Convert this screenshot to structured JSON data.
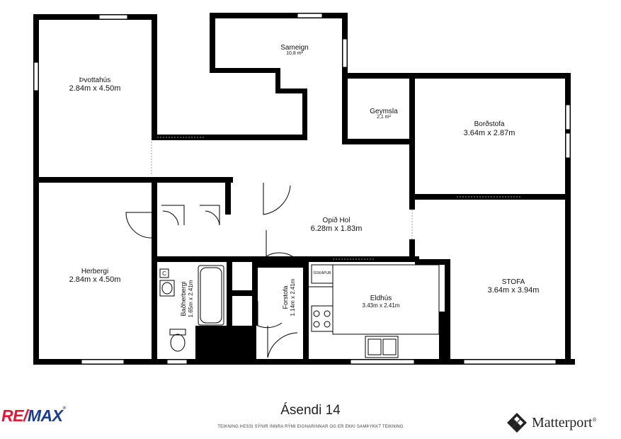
{
  "plan": {
    "rooms": [
      {
        "id": "thvottahus",
        "name": "Þvottahús",
        "dims": "2.84m x 4.50m"
      },
      {
        "id": "sameign",
        "name": "Sameign",
        "area": "10,8 m²"
      },
      {
        "id": "geymsla",
        "name": "Geymsla",
        "area": "2,1 m²"
      },
      {
        "id": "bordstofa",
        "name": "Borðstofa",
        "dims": "3.64m x 2.87m"
      },
      {
        "id": "opid-hol",
        "name": "Opið Hol",
        "dims": "6.28m x 1.83m"
      },
      {
        "id": "herbergi",
        "name": "Herbergi",
        "dims": "2.84m x 4.50m"
      },
      {
        "id": "badherbergi",
        "name": "Baðherbergi",
        "dims": "1.65m x 2.41m"
      },
      {
        "id": "forstofa",
        "name": "Forstofa",
        "dims": "1.14m x 2.41m"
      },
      {
        "id": "eldhus",
        "name": "Eldhús",
        "dims": "3.43m x 2.41m"
      },
      {
        "id": "stofa",
        "name": "STOFA",
        "dims": "3.64m x 3.94m"
      }
    ],
    "labels": {
      "fridge": "ÍSSKÁPUR",
      "closet_c": "C"
    }
  },
  "footer": {
    "address": "Ásendi 14",
    "disclaimer": "TEIKNING ÞESSI SÝNIR INNRA RÝMI EIGNARINNAR OG ER EKKI SAMÞYKKT TEIKNING",
    "brand_left_1": "RE/",
    "brand_left_2": "MAX",
    "brand_right": "Matterport",
    "colors": {
      "remax_red": "#e31837",
      "remax_blue": "#1a3d8f",
      "wall": "#000000"
    }
  }
}
